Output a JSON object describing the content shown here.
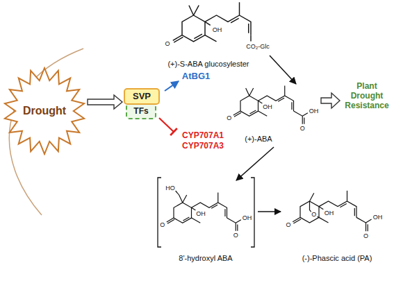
{
  "diagram": {
    "nodes": [
      {
        "text": [
          "Drought"
        ]
      },
      {
        "text": [
          "SVP"
        ]
      },
      {
        "text": [
          "TFs"
        ]
      }
    ],
    "edges": [
      {
        "from": 0,
        "to": 1,
        "arrow": "to"
      }
    ],
    "labels": [
      "AtBG1",
      "CYP707A1",
      "CYP707A3",
      "(+)-S-ABA glucosylester",
      "(+)-ABA",
      "Plant Drought Resistance",
      "8'-hydroxyl ABA",
      "(-)-Phascic acid (PA)",
      "O",
      "OH",
      "CO₂-Glc",
      "O",
      "OH",
      "OH",
      "O",
      "HO",
      "O",
      "OH",
      "OH",
      "O",
      "O",
      "O",
      "OH",
      "OH",
      "O"
    ]
  }
}
